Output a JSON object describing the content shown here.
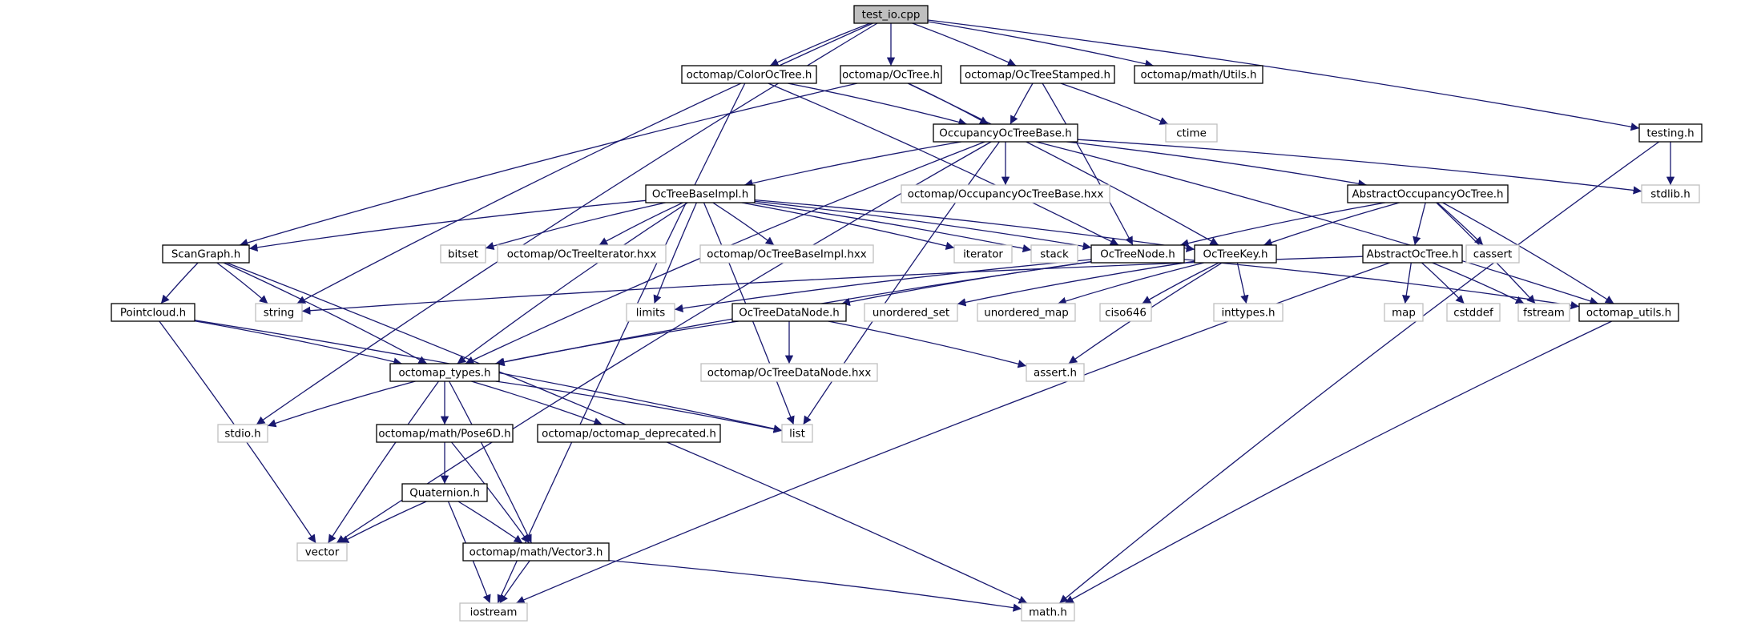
{
  "graph": {
    "edge_color": "#191970",
    "root_fill": "#bfbfbf",
    "system_border": "#bfbfbf",
    "nodes": [
      {
        "id": "test_io",
        "label": "test_io.cpp",
        "kind": "root"
      },
      {
        "id": "coloroctree",
        "label": "octomap/ColorOcTree.h",
        "kind": "local"
      },
      {
        "id": "octree",
        "label": "octomap/OcTree.h",
        "kind": "local"
      },
      {
        "id": "octreestamped",
        "label": "octomap/OcTreeStamped.h",
        "kind": "local"
      },
      {
        "id": "mathutils",
        "label": "octomap/math/Utils.h",
        "kind": "local"
      },
      {
        "id": "testing",
        "label": "testing.h",
        "kind": "local"
      },
      {
        "id": "occbase",
        "label": "OccupancyOcTreeBase.h",
        "kind": "local"
      },
      {
        "id": "ctime",
        "label": "ctime",
        "kind": "system"
      },
      {
        "id": "octreebaseimpl",
        "label": "OcTreeBaseImpl.h",
        "kind": "local"
      },
      {
        "id": "occbasehxx",
        "label": "octomap/OccupancyOcTreeBase.hxx",
        "kind": "system"
      },
      {
        "id": "abstractocc",
        "label": "AbstractOccupancyOcTree.h",
        "kind": "local"
      },
      {
        "id": "stdlib",
        "label": "stdlib.h",
        "kind": "system"
      },
      {
        "id": "scangraph",
        "label": "ScanGraph.h",
        "kind": "local"
      },
      {
        "id": "bitset",
        "label": "bitset",
        "kind": "system"
      },
      {
        "id": "iteratorhxx",
        "label": "octomap/OcTreeIterator.hxx",
        "kind": "system"
      },
      {
        "id": "baseimplhxx",
        "label": "octomap/OcTreeBaseImpl.hxx",
        "kind": "system"
      },
      {
        "id": "iterator",
        "label": "iterator",
        "kind": "system"
      },
      {
        "id": "stack",
        "label": "stack",
        "kind": "system"
      },
      {
        "id": "octreenode",
        "label": "OcTreeNode.h",
        "kind": "local"
      },
      {
        "id": "octreekey",
        "label": "OcTreeKey.h",
        "kind": "local"
      },
      {
        "id": "abstractoctree",
        "label": "AbstractOcTree.h",
        "kind": "local"
      },
      {
        "id": "cassert",
        "label": "cassert",
        "kind": "system"
      },
      {
        "id": "string",
        "label": "string",
        "kind": "system"
      },
      {
        "id": "pointcloud",
        "label": "Pointcloud.h",
        "kind": "local"
      },
      {
        "id": "limits",
        "label": "limits",
        "kind": "system"
      },
      {
        "id": "datanode",
        "label": "OcTreeDataNode.h",
        "kind": "local"
      },
      {
        "id": "unordered_set",
        "label": "unordered_set",
        "kind": "system"
      },
      {
        "id": "unordered_map",
        "label": "unordered_map",
        "kind": "system"
      },
      {
        "id": "ciso646",
        "label": "ciso646",
        "kind": "system"
      },
      {
        "id": "inttypes",
        "label": "inttypes.h",
        "kind": "system"
      },
      {
        "id": "map",
        "label": "map",
        "kind": "system"
      },
      {
        "id": "cstddef",
        "label": "cstddef",
        "kind": "system"
      },
      {
        "id": "fstream",
        "label": "fstream",
        "kind": "system"
      },
      {
        "id": "utils",
        "label": "octomap_utils.h",
        "kind": "local"
      },
      {
        "id": "types",
        "label": "octomap_types.h",
        "kind": "local"
      },
      {
        "id": "datanodehxx",
        "label": "octomap/OcTreeDataNode.hxx",
        "kind": "system"
      },
      {
        "id": "asserth",
        "label": "assert.h",
        "kind": "system"
      },
      {
        "id": "stdio",
        "label": "stdio.h",
        "kind": "system"
      },
      {
        "id": "pose6d",
        "label": "octomap/math/Pose6D.h",
        "kind": "local"
      },
      {
        "id": "deprecated",
        "label": "octomap/octomap_deprecated.h",
        "kind": "local"
      },
      {
        "id": "list",
        "label": "list",
        "kind": "system"
      },
      {
        "id": "quaternion",
        "label": "Quaternion.h",
        "kind": "local"
      },
      {
        "id": "vector",
        "label": "vector",
        "kind": "system"
      },
      {
        "id": "vector3",
        "label": "octomap/math/Vector3.h",
        "kind": "local"
      },
      {
        "id": "iostream",
        "label": "iostream",
        "kind": "system"
      },
      {
        "id": "mathh",
        "label": "math.h",
        "kind": "system"
      }
    ],
    "edges": [
      [
        "test_io",
        "coloroctree"
      ],
      [
        "test_io",
        "octree"
      ],
      [
        "test_io",
        "octreestamped"
      ],
      [
        "test_io",
        "mathutils"
      ],
      [
        "test_io",
        "testing"
      ],
      [
        "test_io",
        "string"
      ],
      [
        "test_io",
        "stdio"
      ],
      [
        "coloroctree",
        "occbase"
      ],
      [
        "coloroctree",
        "octreenode"
      ],
      [
        "coloroctree",
        "iostream"
      ],
      [
        "octree",
        "occbase"
      ],
      [
        "octree",
        "octreekey"
      ],
      [
        "octree",
        "scangraph"
      ],
      [
        "octreestamped",
        "occbase"
      ],
      [
        "octreestamped",
        "ctime"
      ],
      [
        "octreestamped",
        "octreenode"
      ],
      [
        "testing",
        "stdlib"
      ],
      [
        "testing",
        "mathh"
      ],
      [
        "occbase",
        "octreebaseimpl"
      ],
      [
        "occbase",
        "occbasehxx"
      ],
      [
        "occbase",
        "abstractocc"
      ],
      [
        "occbase",
        "stdlib"
      ],
      [
        "occbase",
        "utils"
      ],
      [
        "occbase",
        "list"
      ],
      [
        "occbase",
        "vector"
      ],
      [
        "occbase",
        "types"
      ],
      [
        "octreebaseimpl",
        "scangraph"
      ],
      [
        "octreebaseimpl",
        "bitset"
      ],
      [
        "octreebaseimpl",
        "iteratorhxx"
      ],
      [
        "octreebaseimpl",
        "baseimplhxx"
      ],
      [
        "octreebaseimpl",
        "iterator"
      ],
      [
        "octreebaseimpl",
        "stack"
      ],
      [
        "octreebaseimpl",
        "octreenode"
      ],
      [
        "octreebaseimpl",
        "octreekey"
      ],
      [
        "octreebaseimpl",
        "limits"
      ],
      [
        "octreebaseimpl",
        "list"
      ],
      [
        "octreebaseimpl",
        "types"
      ],
      [
        "abstractocc",
        "octreenode"
      ],
      [
        "abstractocc",
        "octreekey"
      ],
      [
        "abstractocc",
        "abstractoctree"
      ],
      [
        "abstractocc",
        "cassert"
      ],
      [
        "abstractocc",
        "fstream"
      ],
      [
        "abstractocc",
        "utils"
      ],
      [
        "scangraph",
        "string"
      ],
      [
        "scangraph",
        "pointcloud"
      ],
      [
        "scangraph",
        "types"
      ],
      [
        "scangraph",
        "mathh"
      ],
      [
        "octreenode",
        "datanode"
      ],
      [
        "octreenode",
        "limits"
      ],
      [
        "octreenode",
        "utils"
      ],
      [
        "octreenode",
        "types"
      ],
      [
        "octreekey",
        "unordered_set"
      ],
      [
        "octreekey",
        "unordered_map"
      ],
      [
        "octreekey",
        "ciso646"
      ],
      [
        "octreekey",
        "inttypes"
      ],
      [
        "octreekey",
        "asserth"
      ],
      [
        "abstractoctree",
        "string"
      ],
      [
        "abstractoctree",
        "map"
      ],
      [
        "abstractoctree",
        "cstddef"
      ],
      [
        "abstractoctree",
        "fstream"
      ],
      [
        "abstractoctree",
        "iostream"
      ],
      [
        "pointcloud",
        "types"
      ],
      [
        "pointcloud",
        "list"
      ],
      [
        "pointcloud",
        "vector"
      ],
      [
        "datanode",
        "types"
      ],
      [
        "datanode",
        "datanodehxx"
      ],
      [
        "datanode",
        "asserth"
      ],
      [
        "utils",
        "mathh"
      ],
      [
        "types",
        "stdio"
      ],
      [
        "types",
        "pose6d"
      ],
      [
        "types",
        "deprecated"
      ],
      [
        "types",
        "list"
      ],
      [
        "types",
        "vector"
      ],
      [
        "types",
        "vector3"
      ],
      [
        "pose6d",
        "quaternion"
      ],
      [
        "pose6d",
        "vector3"
      ],
      [
        "quaternion",
        "vector"
      ],
      [
        "quaternion",
        "vector3"
      ],
      [
        "quaternion",
        "iostream"
      ],
      [
        "vector3",
        "iostream"
      ],
      [
        "vector3",
        "mathh"
      ]
    ]
  }
}
